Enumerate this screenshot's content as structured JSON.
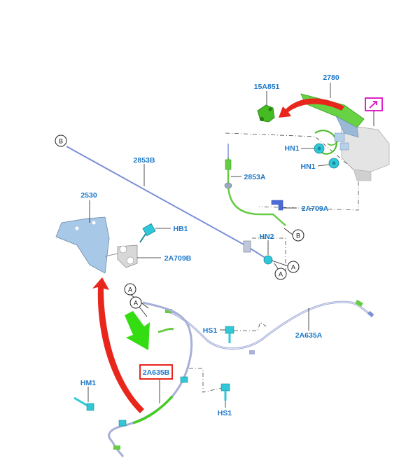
{
  "labels": {
    "p15A851": "15A851",
    "p2780": "2780",
    "pHN1_a": "HN1",
    "pHN1_b": "HN1",
    "p2853B": "2853B",
    "p2853A": "2853A",
    "p2A709A": "2A709A",
    "pHN2": "HN2",
    "p2530": "2530",
    "pHB1": "HB1",
    "p2A709B": "2A709B",
    "pHS1_a": "HS1",
    "pHS1_b": "HS1",
    "p2A635A": "2A635A",
    "p2A635B": "2A635B",
    "pHM1": "HM1"
  },
  "connectors": {
    "b1": "B",
    "b2": "B",
    "a1": "A",
    "a2": "A",
    "a3": "A",
    "a4": "A"
  },
  "highlighted_part": "2A635B",
  "colors": {
    "label_blue": "#1e78c8",
    "cable_blue": "#7a90d8",
    "green": "#44cc22",
    "red_arrow": "#e8261c",
    "green_arrow": "#33dd11",
    "magenta": "#e020c8",
    "teal": "#30c8d8",
    "bracket_blue": "#a8c8e8"
  },
  "icons": [
    "view-arrow-icon",
    "red-arrow-icon",
    "green-arrow-icon"
  ]
}
